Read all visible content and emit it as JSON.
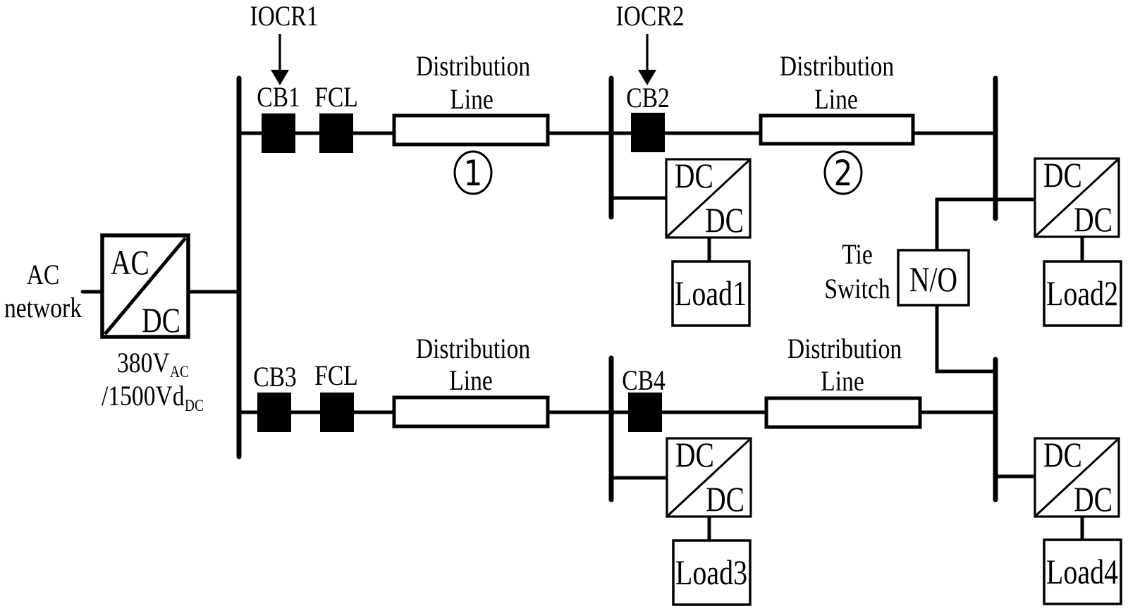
{
  "colors": {
    "ink": "#000000",
    "background": "#ffffff"
  },
  "ac_source": {
    "network_label_line1": "AC",
    "network_label_line2": "network",
    "converter_in": "AC",
    "converter_out": "DC",
    "rating_line1_main": "380V",
    "rating_line1_sub": "AC",
    "rating_line2_main": "/1500Vd",
    "rating_line2_sub": "DC"
  },
  "relays": [
    {
      "label": "IOCR1"
    },
    {
      "label": "IOCR2"
    }
  ],
  "circuit_breakers": [
    {
      "label": "CB1"
    },
    {
      "label": "CB2"
    },
    {
      "label": "CB3"
    },
    {
      "label": "CB4"
    }
  ],
  "fault_current_limiters": [
    {
      "label": "FCL"
    },
    {
      "label": "FCL"
    }
  ],
  "distribution_lines": [
    {
      "label_line1": "Distribution",
      "label_line2": "Line",
      "number": "1"
    },
    {
      "label_line1": "Distribution",
      "label_line2": "Line",
      "number": "2"
    },
    {
      "label_line1": "Distribution",
      "label_line2": "Line"
    },
    {
      "label_line1": "Distribution",
      "label_line2": "Line"
    }
  ],
  "tie_switch": {
    "label_line1": "Tie",
    "label_line2": "Switch",
    "state": "N/O"
  },
  "dc_converters": [
    {
      "input": "DC",
      "output": "DC"
    },
    {
      "input": "DC",
      "output": "DC"
    },
    {
      "input": "DC",
      "output": "DC"
    },
    {
      "input": "DC",
      "output": "DC"
    }
  ],
  "loads": [
    {
      "label": "Load1"
    },
    {
      "label": "Load2"
    },
    {
      "label": "Load3"
    },
    {
      "label": "Load4"
    }
  ]
}
